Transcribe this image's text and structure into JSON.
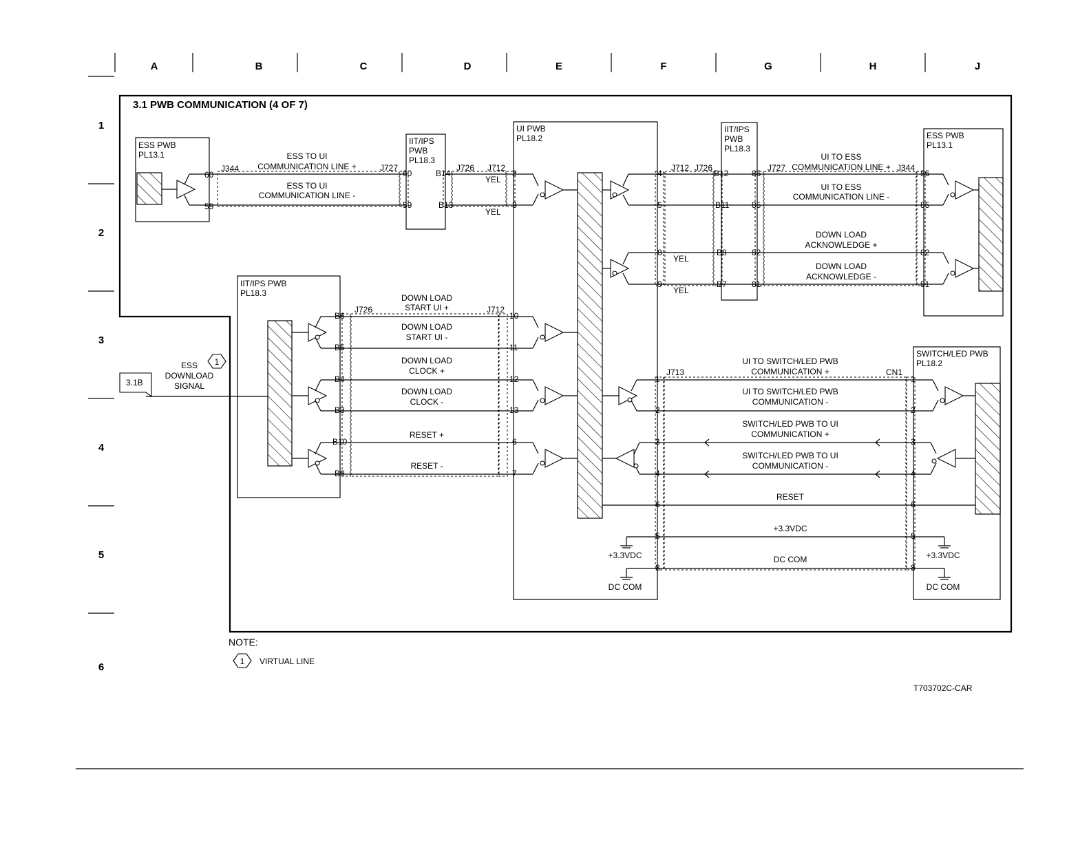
{
  "grid": {
    "columns": [
      "A",
      "B",
      "C",
      "D",
      "E",
      "F",
      "G",
      "H",
      "J"
    ],
    "rows": [
      "1",
      "2",
      "3",
      "4",
      "5",
      "6"
    ]
  },
  "diagram": {
    "title": "3.1 PWB COMMUNICATION (4 OF 7)",
    "figure_id": "T703702C-CAR",
    "note": {
      "heading": "NOTE:",
      "marker": "1",
      "text": "VIRTUAL LINE"
    }
  },
  "boards": {
    "ess_left": {
      "name": "ESS PWB",
      "ref": "PL13.1"
    },
    "iit_top": {
      "name1": "IIT/IPS",
      "name2": "PWB",
      "ref": "PL18.3"
    },
    "iit_left": {
      "name": "IIT/IPS PWB",
      "ref": "PL18.3"
    },
    "ui": {
      "name": "UI PWB",
      "ref": "PL18.2"
    },
    "iit_right": {
      "name1": "IIT/IPS",
      "name2": "PWB",
      "ref": "PL18.3"
    },
    "ess_right": {
      "name": "ESS PWB",
      "ref": "PL13.1"
    },
    "switch_led": {
      "name": "SWITCH/LED PWB",
      "ref": "PL18.2"
    }
  },
  "connectors": {
    "j344": "J344",
    "j727": "J727",
    "j726": "J726",
    "j712": "J712",
    "j713": "J713",
    "cn1": "CN1"
  },
  "pins": {
    "p60": "60",
    "p59": "59",
    "b14": "B14",
    "b13": "B13",
    "p2": "2",
    "p3": "3",
    "p4": "4",
    "p5": "5",
    "p8": "8",
    "p9": "9",
    "b12": "B12",
    "b11": "B11",
    "b8": "B8",
    "b7": "B7",
    "p86": "86",
    "p85": "85",
    "p82": "82",
    "p81": "81",
    "b6": "B6",
    "b5": "B5",
    "b4": "B4",
    "b3": "B3",
    "b10": "B10",
    "b9": "B9",
    "p10": "10",
    "p11": "11",
    "p12": "12",
    "p13": "13",
    "p6": "6",
    "p7": "7",
    "p1": "1"
  },
  "wire_colors": {
    "yel": "YEL"
  },
  "signals": {
    "ess_ui_plus_1": "ESS TO UI",
    "ess_ui_plus_2": "COMMUNICATION LINE +",
    "ess_ui_minus_1": "ESS TO UI",
    "ess_ui_minus_2": "COMMUNICATION LINE -",
    "ui_ess_plus_1": "UI TO ESS",
    "ui_ess_plus_2": "COMMUNICATION LINE +",
    "ui_ess_minus_1": "UI TO ESS",
    "ui_ess_minus_2": "COMMUNICATION LINE -",
    "ack_plus_1": "DOWN LOAD",
    "ack_plus_2": "ACKNOWLEDGE +",
    "ack_minus_1": "DOWN LOAD",
    "ack_minus_2": "ACKNOWLEDGE -",
    "start_plus_1": "DOWN LOAD",
    "start_plus_2": "START UI +",
    "start_minus_1": "DOWN LOAD",
    "start_minus_2": "START UI -",
    "clock_plus_1": "DOWN LOAD",
    "clock_plus_2": "CLOCK +",
    "clock_minus_1": "DOWN LOAD",
    "clock_minus_2": "CLOCK -",
    "reset_plus": "RESET  +",
    "reset_minus": "RESET -",
    "ui_sw_plus_1": "UI TO SWITCH/LED PWB",
    "ui_sw_plus_2": "COMMUNICATION +",
    "ui_sw_minus_1": "UI TO SWITCH/LED PWB",
    "ui_sw_minus_2": "COMMUNICATION -",
    "sw_ui_plus_1": "SWITCH/LED PWB TO UI",
    "sw_ui_plus_2": "COMMUNICATION +",
    "sw_ui_minus_1": "SWITCH/LED PWB TO UI",
    "sw_ui_minus_2": "COMMUNICATION -",
    "reset": "RESET",
    "v33": "+3.3VDC",
    "dccom": "DC COM"
  },
  "power": {
    "v33": "+3.3VDC",
    "dccom": "DC COM"
  },
  "offpage": {
    "ref": "3.1B",
    "marker": "1",
    "label1": "ESS",
    "label2": "DOWNLOAD",
    "label3": "SIGNAL"
  }
}
